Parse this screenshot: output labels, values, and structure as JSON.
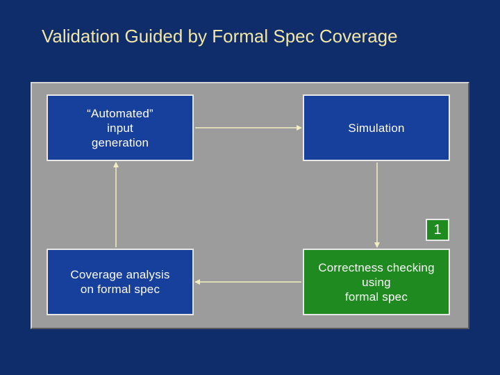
{
  "slide": {
    "title": "Validation Guided by Formal Spec Coverage"
  },
  "diagram": {
    "nodes": {
      "automated_input": "“Automated”\ninput\ngeneration",
      "simulation": "Simulation",
      "coverage_analysis": "Coverage analysis\non formal spec",
      "correctness_checking": "Correctness checking\nusing\nformal spec"
    },
    "badge": "1",
    "edges": [
      {
        "from": "automated_input",
        "to": "simulation"
      },
      {
        "from": "simulation",
        "to": "correctness_checking"
      },
      {
        "from": "correctness_checking",
        "to": "coverage_analysis"
      },
      {
        "from": "coverage_analysis",
        "to": "automated_input"
      }
    ],
    "colors": {
      "background": "#0f2d6b",
      "panel": "#9c9c9c",
      "box_blue": "#173f9c",
      "box_green": "#1f8a1f",
      "arrow": "#f2eec0",
      "title": "#f2e6a6"
    }
  }
}
